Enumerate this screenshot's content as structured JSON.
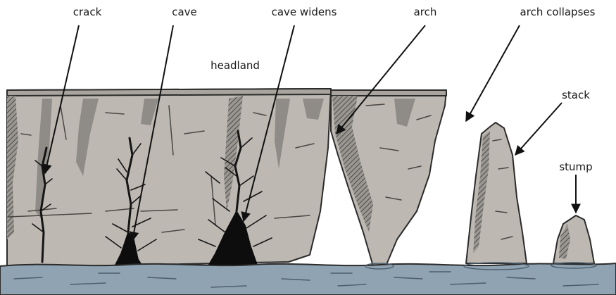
{
  "labels": {
    "crack": "crack",
    "cave": "cave",
    "cave_widens": "cave widens",
    "arch": "arch",
    "arch_collapses": "arch collapses",
    "headland": "headland",
    "stack": "stack",
    "stump": "stump"
  },
  "colors": {
    "rock": "#bdb9b2",
    "rock_shadow": "#8f8c87",
    "sea": "#8fa3b2",
    "outline": "#2b2b2b",
    "cave": "#0d0d0d"
  }
}
